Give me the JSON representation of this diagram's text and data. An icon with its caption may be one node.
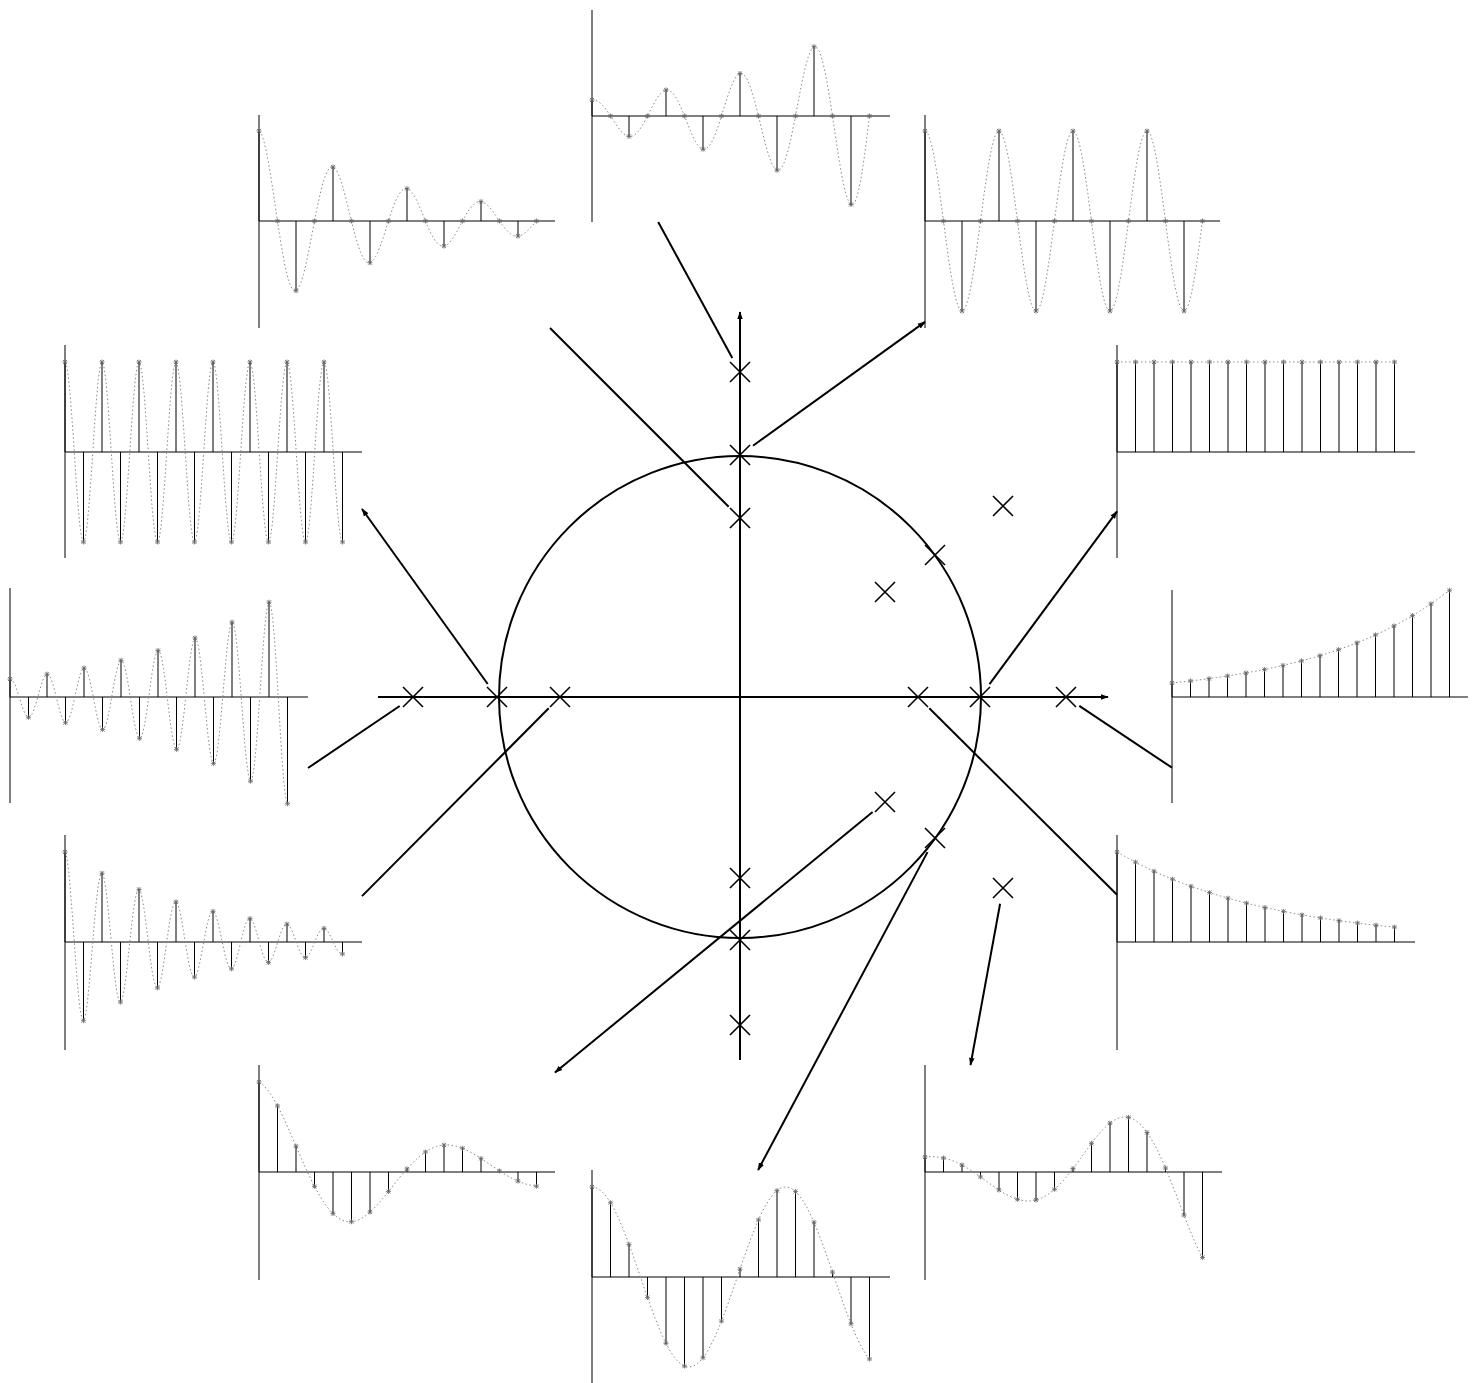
{
  "diagram": {
    "nodes": [
      {
        "text": [],
        "shape": "picture"
      },
      {
        "text": [],
        "shape": "picture"
      },
      {
        "text": [],
        "shape": "picture"
      },
      {
        "text": [],
        "shape": "picture"
      },
      {
        "text": [],
        "shape": "picture"
      },
      {
        "text": [],
        "shape": "picture"
      },
      {
        "text": [],
        "shape": "picture"
      },
      {
        "text": [],
        "shape": "picture"
      },
      {
        "text": [],
        "shape": "picture"
      },
      {
        "text": [],
        "shape": "picture"
      },
      {
        "text": [],
        "shape": "picture"
      },
      {
        "text": [],
        "shape": "picture"
      },
      {
        "text": [],
        "shape": "cross"
      },
      {
        "text": [],
        "shape": "cross"
      },
      {
        "text": [],
        "shape": "cross"
      },
      {
        "text": [],
        "shape": "cross"
      },
      {
        "text": [],
        "shape": "cross"
      },
      {
        "text": [],
        "shape": "cross"
      },
      {
        "text": [],
        "shape": "cross"
      },
      {
        "text": [],
        "shape": "cross"
      },
      {
        "text": [],
        "shape": "cross"
      },
      {
        "text": [],
        "shape": "cross"
      },
      {
        "text": [],
        "shape": "cross"
      },
      {
        "text": [],
        "shape": "cross"
      },
      {
        "text": [],
        "shape": "cross"
      },
      {
        "text": [],
        "shape": "cross"
      },
      {
        "text": [],
        "shape": "cross"
      },
      {
        "text": [],
        "shape": "cross"
      },
      {
        "text": [],
        "shape": "cross"
      },
      {
        "text": [],
        "shape": "cross"
      }
    ],
    "edges": [
      {
        "from": 12,
        "to": 0,
        "arrow": "none"
      },
      {
        "from": 13,
        "to": 1,
        "arrow": "to"
      },
      {
        "from": 14,
        "to": 2,
        "arrow": "none"
      },
      {
        "from": 22,
        "to": 6,
        "arrow": "to"
      },
      {
        "from": 23,
        "to": 7,
        "arrow": "none"
      },
      {
        "from": 21,
        "to": 8,
        "arrow": "none"
      },
      {
        "from": 27,
        "to": 11,
        "arrow": "to"
      },
      {
        "from": 25,
        "to": 10,
        "arrow": "to"
      },
      {
        "from": 24,
        "to": 9,
        "arrow": "to"
      },
      {
        "from": 20,
        "to": 5,
        "arrow": "none"
      },
      {
        "from": 18,
        "to": 4,
        "arrow": "none"
      },
      {
        "from": 19,
        "to": 3,
        "arrow": "to"
      }
    ]
  }
}
